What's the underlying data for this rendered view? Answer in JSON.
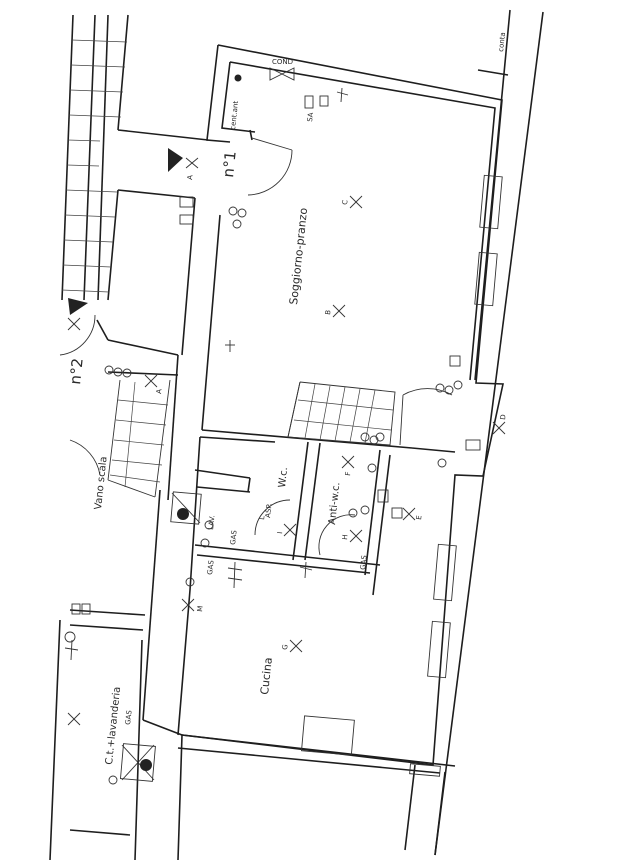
{
  "rooms": {
    "soggiorno": "Soggiorno-pranzo",
    "cucina": "Cucina",
    "wc": "W.c.",
    "antiwc": "Anti-w.c.",
    "ct": "C.t.+lavanderia",
    "vano": "Vano scala"
  },
  "rooms_numbers": {
    "n1": "n°1",
    "n2": "n°2"
  },
  "points": {
    "A": "A",
    "B": "B",
    "C": "C",
    "D": "D",
    "E": "E",
    "F": "F",
    "G": "G",
    "H": "H",
    "I": "I",
    "L": "L",
    "M": "M"
  },
  "equipment": {
    "cond": "COND",
    "gas": "GAS",
    "lav": "LAV.",
    "asp": "ASP.",
    "contatore": "conta",
    "centr": "cent.ant",
    "sa": "SA"
  }
}
